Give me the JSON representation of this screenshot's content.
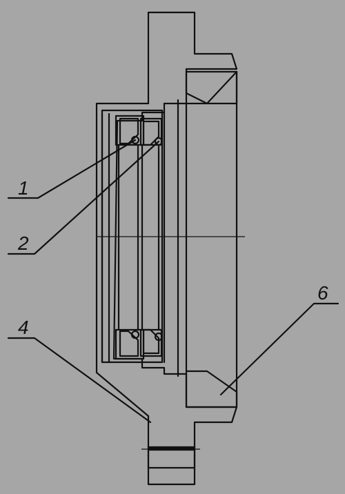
{
  "drawing": {
    "callouts": [
      {
        "id": "1",
        "text": "1"
      },
      {
        "id": "2",
        "text": "2"
      },
      {
        "id": "4",
        "text": "4"
      },
      {
        "id": "6",
        "text": "6"
      }
    ],
    "colors": {
      "background": "#a6a6a6",
      "ink": "#111111"
    }
  }
}
